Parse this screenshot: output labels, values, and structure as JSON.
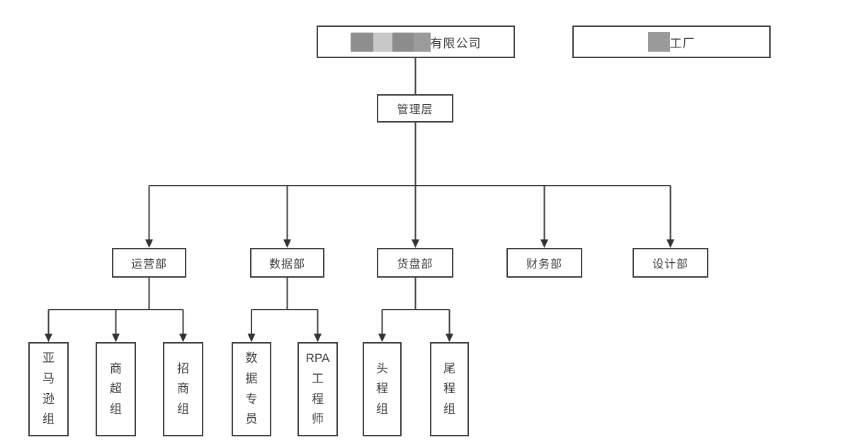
{
  "nodes": {
    "company": {
      "label": "有限公司",
      "redacted_prefix": true
    },
    "factory": {
      "label": "工厂",
      "redacted_prefix": true
    },
    "management": {
      "label": "管理层"
    },
    "operations": {
      "label": "运营部"
    },
    "data_dept": {
      "label": "数据部"
    },
    "pallet_dept": {
      "label": "货盘部"
    },
    "finance_dept": {
      "label": "财务部"
    },
    "design_dept": {
      "label": "设计部"
    },
    "amazon_group": {
      "label": "亚\n马\n逊\n组"
    },
    "supermarket_group": {
      "label": "商\n超\n组"
    },
    "merchant_group": {
      "label": "招\n商\n组"
    },
    "data_specialist": {
      "label": "数\n据\n专\n员"
    },
    "rpa_engineer": {
      "label": "RPA\n工\n程\n师"
    },
    "first_leg_group": {
      "label": "头\n程\n组"
    },
    "last_leg_group": {
      "label": "尾\n程\n组"
    }
  },
  "edges": [
    {
      "from": "company",
      "to": "management",
      "arrow": false
    },
    {
      "from": "management",
      "to": "operations",
      "arrow": true
    },
    {
      "from": "management",
      "to": "data_dept",
      "arrow": true
    },
    {
      "from": "management",
      "to": "pallet_dept",
      "arrow": true
    },
    {
      "from": "management",
      "to": "finance_dept",
      "arrow": true
    },
    {
      "from": "management",
      "to": "design_dept",
      "arrow": true
    },
    {
      "from": "operations",
      "to": "amazon_group",
      "arrow": true
    },
    {
      "from": "operations",
      "to": "supermarket_group",
      "arrow": true
    },
    {
      "from": "operations",
      "to": "merchant_group",
      "arrow": true
    },
    {
      "from": "data_dept",
      "to": "data_specialist",
      "arrow": true
    },
    {
      "from": "data_dept",
      "to": "rpa_engineer",
      "arrow": true
    },
    {
      "from": "pallet_dept",
      "to": "first_leg_group",
      "arrow": true
    },
    {
      "from": "pallet_dept",
      "to": "last_leg_group",
      "arrow": true
    }
  ],
  "colors": {
    "background": "#ffffff",
    "line": "#3a3f45",
    "box_border": "#3a3f45",
    "arrowhead": "#2f3338",
    "text": "#3d3d3d",
    "company_redaction_blocks": [
      "#8e8e8e",
      "#c8c8c8",
      "#8c8c8c",
      "#9b9b9b"
    ],
    "factory_redaction_block": "#9a9a9a"
  }
}
